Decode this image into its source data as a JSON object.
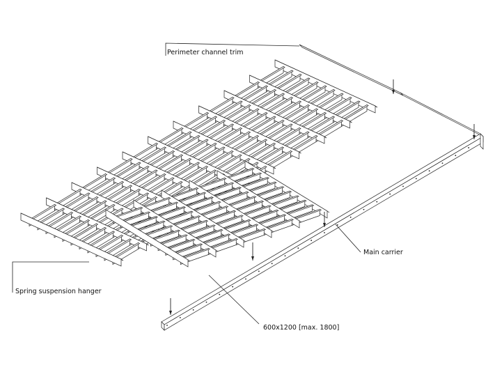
{
  "labels": {
    "perimeter_trim": "Perimeter channel trim",
    "main_carrier": "Main carrier",
    "hanger": "Spring suspension hanger",
    "module_size": "600x1200 [max. 1800]"
  },
  "colors": {
    "line": "#222222",
    "background": "#ffffff"
  }
}
